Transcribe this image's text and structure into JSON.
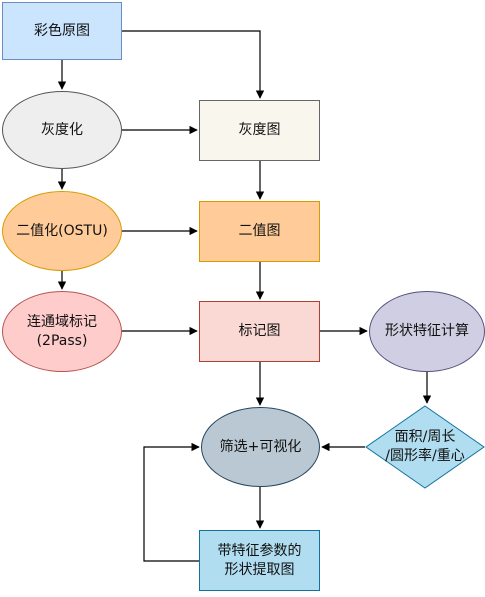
{
  "diagram": {
    "nodes": {
      "source_image": "彩色原图",
      "grayscale_op": "灰度化",
      "grayscale_image": "灰度图",
      "binarize_op": "二值化(OSTU)",
      "binary_image": "二值图",
      "connected_op": "连通域标记\n(2Pass)",
      "label_image": "标记图",
      "feature_calc": "形状特征计算",
      "feature_params": "面积/周长\n/圆形率/重心",
      "filter_visualize": "筛选+可视化",
      "output_image": "带特征参数的\n形状提取图"
    },
    "colors": {
      "line": "#000000",
      "source_fill": "#cce5ff",
      "grayscale_op_fill": "#eeeeee",
      "grayscale_image_fill": "#f9f7ed",
      "binarize_fill": "#ffcc99",
      "connected_op_fill": "#ffcccc",
      "label_image_fill": "#fad9d5",
      "feature_calc_fill": "#d0cee2",
      "feature_params_fill": "#b1ddf0",
      "filter_fill": "#bac8d3",
      "output_fill": "#b1ddf0"
    }
  }
}
